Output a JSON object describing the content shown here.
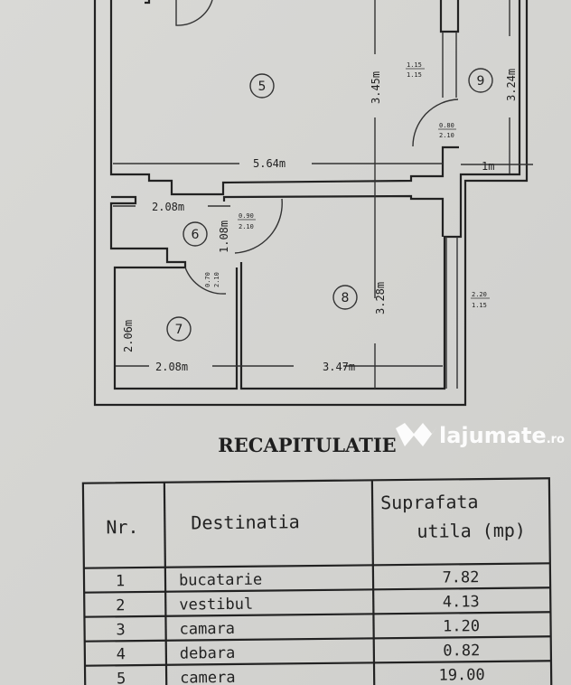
{
  "plan": {
    "rooms": [
      "5",
      "6",
      "7",
      "8",
      "9"
    ],
    "dimensions": {
      "room5_width": "5.64m",
      "room5_height": "3.45m",
      "room9_height": "3.24m",
      "room9_width": "1m",
      "room6_width": "2.08m",
      "room6_height": "1.08m",
      "room7_height": "2.06m",
      "room7_width": "2.08m",
      "room8_height": "3.28m",
      "room8_width": "3.47m"
    },
    "openings": {
      "window_5_top": "1.15",
      "window_5_bottom": "1.15",
      "door_9_top": "0.80",
      "door_9_bottom": "2.10",
      "door_8_top": "0.90",
      "door_8_bottom": "2.10",
      "door_7_top": "0.70",
      "door_7_bottom": "2.10",
      "window_8_top": "2.20",
      "window_8_bottom": "1.15"
    }
  },
  "recap": {
    "title": "RECAPITULATIE",
    "headers": {
      "nr": "Nr.",
      "dest": "Destinatia",
      "area_1": "Suprafata",
      "area_2": "utila (mp)"
    },
    "rows": [
      {
        "nr": "1",
        "dest": "bucatarie",
        "area": "7.82"
      },
      {
        "nr": "2",
        "dest": "vestibul",
        "area": "4.13"
      },
      {
        "nr": "3",
        "dest": "camara",
        "area": "1.20"
      },
      {
        "nr": "4",
        "dest": "debara",
        "area": "0.82"
      },
      {
        "nr": "5",
        "dest": "camera",
        "area": "19.00"
      }
    ]
  },
  "watermark": {
    "brand": "lajumate",
    "tld": ".ro"
  }
}
